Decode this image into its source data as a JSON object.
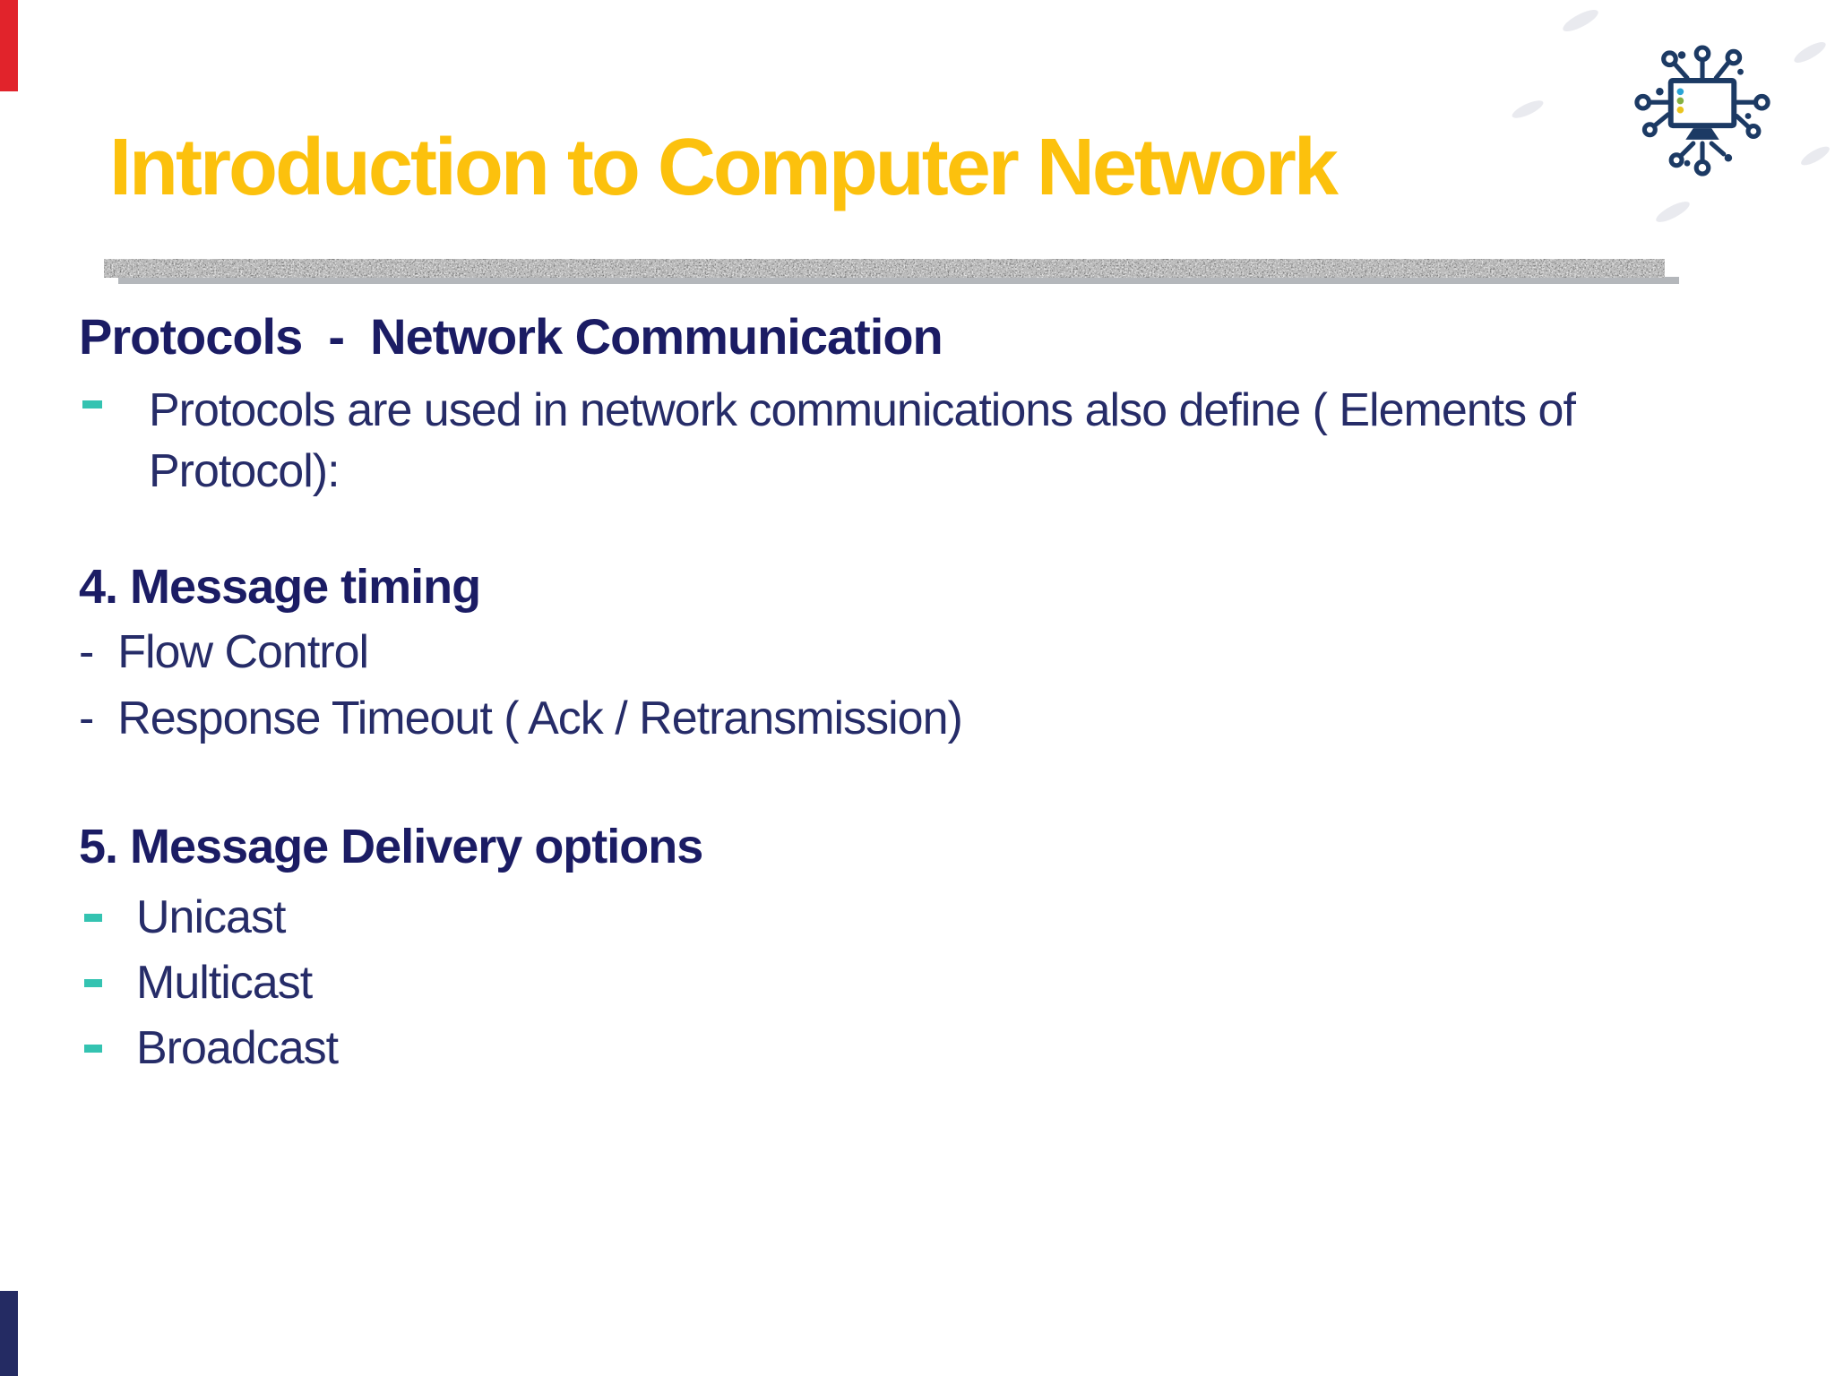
{
  "slide": {
    "title": "Introduction to Computer Network",
    "section_heading": "Protocols  -  Network Communication",
    "intro_bullet": "Protocols are used in network communications also define ( Elements of\nProtocol):",
    "item4_heading": "4. Message timing",
    "item4_points": [
      "-  Flow Control",
      "-  Response Timeout ( Ack / Retransmission)"
    ],
    "item5_heading": "5. Message Delivery options",
    "item5_points": [
      "Unicast",
      "Multicast",
      "Broadcast"
    ],
    "icon_name": "network-computer-icon",
    "colors": {
      "title_gold": "#fcc10d",
      "heading_navy": "#1b1c64",
      "body_navy": "#262c68",
      "bullet_teal": "#34c3b1",
      "accent_red": "#e1232b",
      "accent_navy": "#242b63",
      "icon_navy": "#1c3a64",
      "icon_dot_blue": "#2aa4d6",
      "icon_dot_green": "#85b041",
      "icon_dot_yellow": "#eac41e"
    }
  }
}
